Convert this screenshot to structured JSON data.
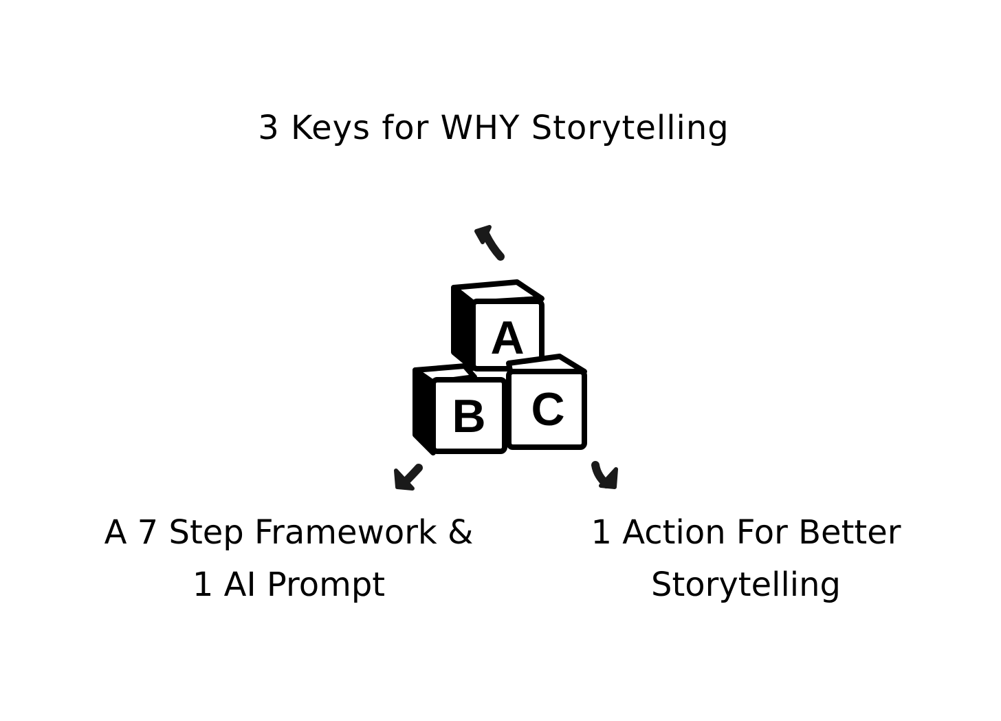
{
  "nodes": {
    "top": "3 Keys for WHY Storytelling",
    "left_line1": "A 7 Step Framework &",
    "left_line2": "1 AI Prompt",
    "right_line1": "1 Action For Better",
    "right_line2": "Storytelling"
  },
  "blocks": {
    "top_letter": "A",
    "left_letter": "B",
    "right_letter": "C"
  },
  "colors": {
    "ink": "#000000",
    "background": "#ffffff",
    "arrow": "#1a1a1a"
  },
  "icons": {
    "center": "abc-blocks-icon",
    "arrows": [
      "arrow-up-left-icon",
      "arrow-down-left-icon",
      "arrow-down-right-icon"
    ]
  }
}
